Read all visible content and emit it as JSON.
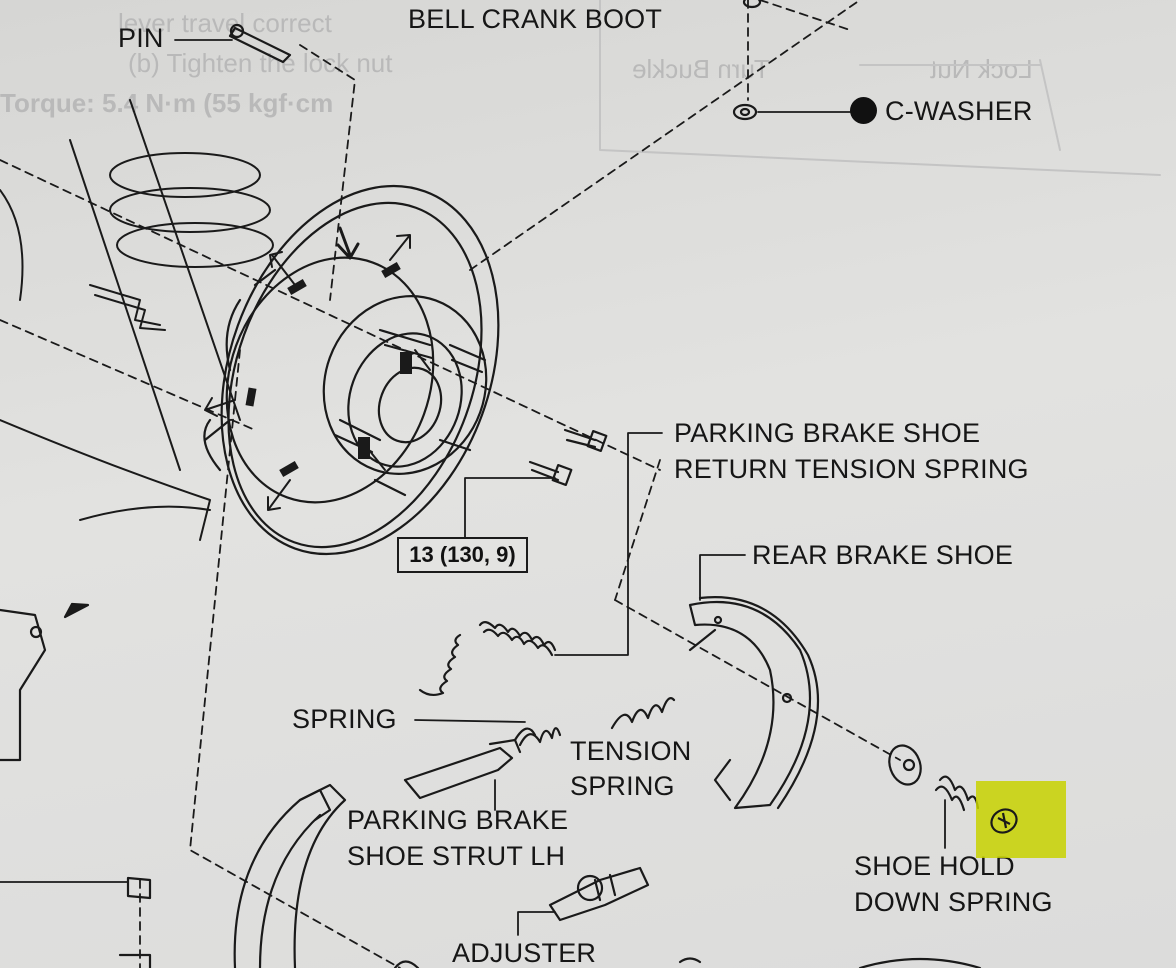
{
  "labels": {
    "pin": "PIN",
    "bell_crank_boot": "BELL CRANK BOOT",
    "c_washer": "C-WASHER",
    "pb_shoe_return_line1": "PARKING BRAKE SHOE",
    "pb_shoe_return_line2": "RETURN TENSION SPRING",
    "rear_brake_shoe": "REAR BRAKE SHOE",
    "torque_value": "13 (130, 9)",
    "spring": "SPRING",
    "tension_spring_line1": "TENSION",
    "tension_spring_line2": "SPRING",
    "strut_line1": "PARKING BRAKE",
    "strut_line2": "SHOE STRUT LH",
    "hold_down_line1": "SHOE HOLD",
    "hold_down_line2": "DOWN SPRING",
    "adjuster": "ADJUSTER"
  },
  "bleed_through": {
    "line1": "lever travel correct",
    "line2": "(b)   Tighten the lock nut",
    "line3": "Torque: 5.4 N·m (55 kgf·cm",
    "turn_buckle": "Turn Buckle",
    "lock_nut": "Lock Nut"
  },
  "colors": {
    "paper": "#dcdcda",
    "ink": "#1a1a1a",
    "highlight": "#c8d200"
  },
  "icons": {
    "c_washer_marker": "filled-circle-icon",
    "apply_grease_markers": "arrow-icon"
  }
}
